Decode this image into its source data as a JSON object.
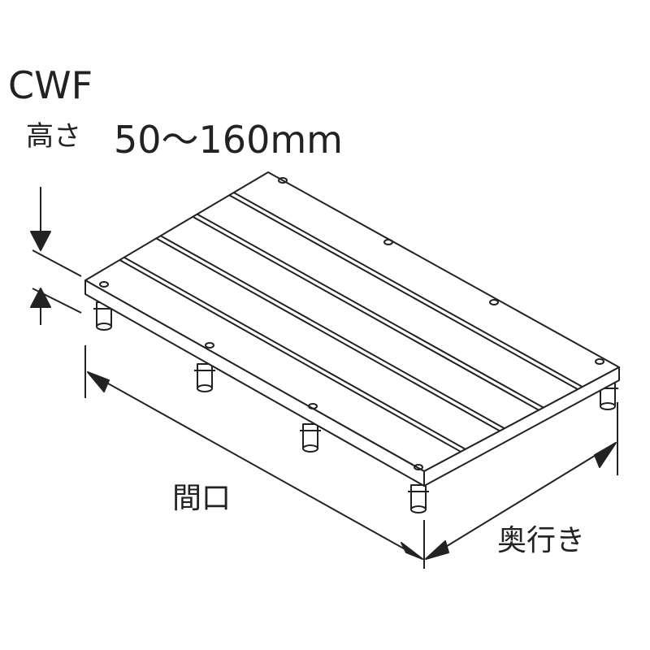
{
  "model": "CWF",
  "height": {
    "label": "高さ",
    "value": "50〜160mm"
  },
  "dimensions": {
    "width_label": "間口",
    "depth_label": "奥行き"
  },
  "colors": {
    "line": "#222222",
    "background": "#ffffff"
  }
}
